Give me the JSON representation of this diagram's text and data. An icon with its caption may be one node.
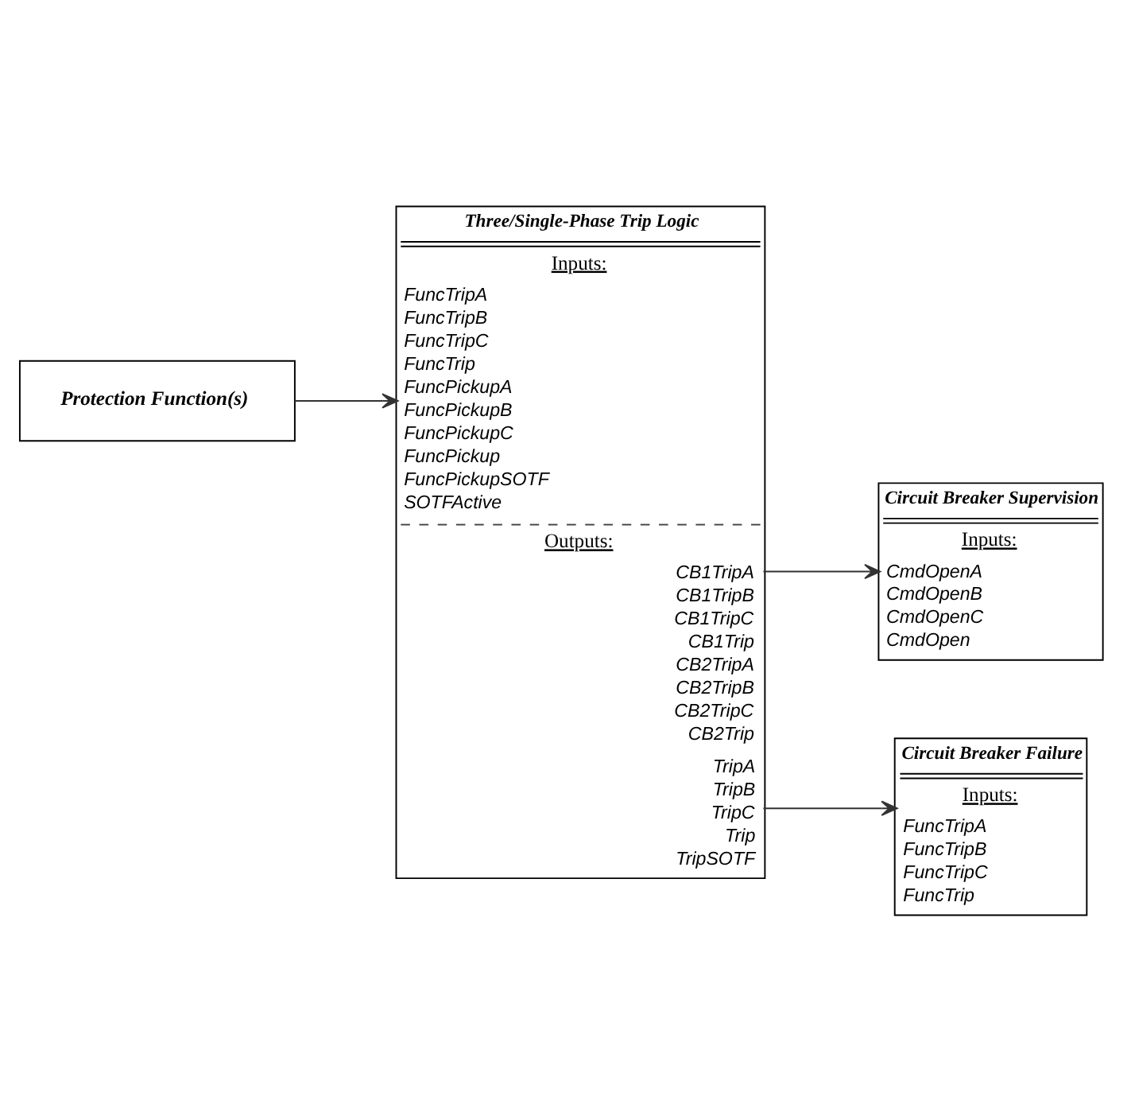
{
  "diagram": {
    "nodes": [
      {
        "text": [
          "Protection Function(s)"
        ]
      },
      {
        "text": [
          "Three/Single-Phase Trip Logic",
          "Inputs:",
          "FuncTripA",
          "FuncTripB",
          "FuncTripC",
          "FuncTrip",
          "FuncPickupA",
          "FuncPickupB",
          "FuncPickupC",
          "FuncPickup",
          "FuncPickupSOTF",
          "SOTFActive",
          "Outputs:",
          "CB1TripA",
          "CB1TripB",
          "CB1TripC",
          "CB1Trip",
          "CB2TripA",
          "CB2TripB",
          "CB2TripC",
          "CB2Trip",
          "TripA",
          "TripB",
          "TripC",
          "Trip",
          "TripSOTF"
        ]
      },
      {
        "text": [
          "Circuit Breaker Supervision",
          "Inputs:",
          "CmdOpenA",
          "CmdOpenB",
          "CmdOpenC",
          "CmdOpen"
        ]
      },
      {
        "text": [
          "Circuit Breaker Failure",
          "Inputs:",
          "FuncTripA",
          "FuncTripB",
          "FuncTripC",
          "FuncTrip"
        ]
      }
    ],
    "edges": [
      {
        "from": 0,
        "to": 1,
        "arrow": "to"
      },
      {
        "from": 1,
        "to": 2,
        "arrow": "to"
      },
      {
        "from": 1,
        "to": 3,
        "arrow": "to"
      }
    ]
  }
}
